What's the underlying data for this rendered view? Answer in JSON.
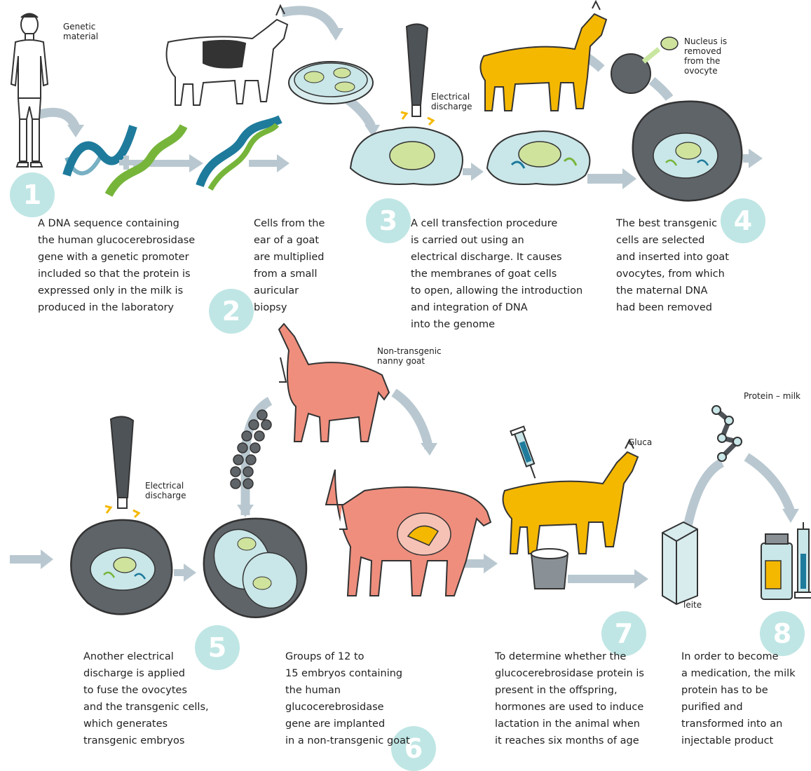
{
  "labels": {
    "genetic_material": [
      "Genetic",
      "material"
    ],
    "electrical_discharge_top": [
      "Electrical",
      "discharge"
    ],
    "nucleus_removed": [
      "Nucleus is",
      "removed",
      "from the",
      "ovocyte"
    ],
    "non_transgenic": [
      "Non-transgenic",
      "nanny goat"
    ],
    "protein_milk": "Protein – milk",
    "gluca": "Gluca",
    "electrical_discharge_bottom": [
      "Electrical",
      "discharge"
    ],
    "leite": "leite"
  },
  "steps": [
    {
      "number": "1",
      "lines": [
        "A DNA sequence containing",
        "the human glucocerebrosidase",
        "gene with a genetic promoter",
        "included so that the protein is",
        "expressed only in the milk is",
        "produced in the laboratory"
      ]
    },
    {
      "number": "2",
      "lines": [
        "Cells from the",
        "ear of a goat",
        "are multiplied",
        "from a small",
        "auricular",
        "biopsy"
      ]
    },
    {
      "number": "3",
      "lines": [
        "A cell transfection procedure",
        "is carried out using an",
        "electrical discharge.  It causes",
        "the membranes of goat cells",
        "to open, allowing the introduction",
        "and integration of DNA",
        "into the genome"
      ]
    },
    {
      "number": "4",
      "lines": [
        "The best transgenic",
        "cells are selected",
        "and inserted into goat",
        "ovocytes, from which",
        "the maternal DNA",
        "had been removed"
      ]
    },
    {
      "number": "5",
      "lines": [
        "Another electrical",
        "discharge is applied",
        "to fuse the ovocytes",
        "and the transgenic cells,",
        "which generates",
        "transgenic embryos"
      ]
    },
    {
      "number": "6",
      "lines": [
        "Groups of 12 to",
        "15 embryos containing",
        "the human",
        "glucocerebrosidase",
        "gene are implanted",
        "in a non-transgenic goat"
      ]
    },
    {
      "number": "7",
      "lines": [
        "To determine whether the",
        "glucocerebrosidase protein is",
        "present in the offspring,",
        "hormones are used to induce",
        "lactation in the animal when",
        "it reaches six months of age"
      ]
    },
    {
      "number": "8",
      "lines": [
        "In order to become",
        "a medication, the milk",
        "protein has to be",
        "purified and",
        "transformed into an",
        "injectable product"
      ]
    }
  ],
  "colors": {
    "arrow": "#b9c8d0",
    "badge": "#bfe6e4",
    "cell": "#c9e6e8",
    "nucleus": "#cfe39d",
    "dark_cell": "#5f6469",
    "yellow_goat": "#f5b800",
    "pink_goat": "#ef8e7d",
    "dna_blue": "#1e7b9c",
    "dna_green": "#76b53a"
  },
  "icons": [
    "human-figure-icon",
    "dna-strand-icon",
    "petri-dish-icon",
    "electrode-icon",
    "goat-icon",
    "syringe-icon",
    "milk-bucket-icon",
    "milk-carton-icon",
    "protein-molecule-icon",
    "medicine-vial-icon"
  ]
}
